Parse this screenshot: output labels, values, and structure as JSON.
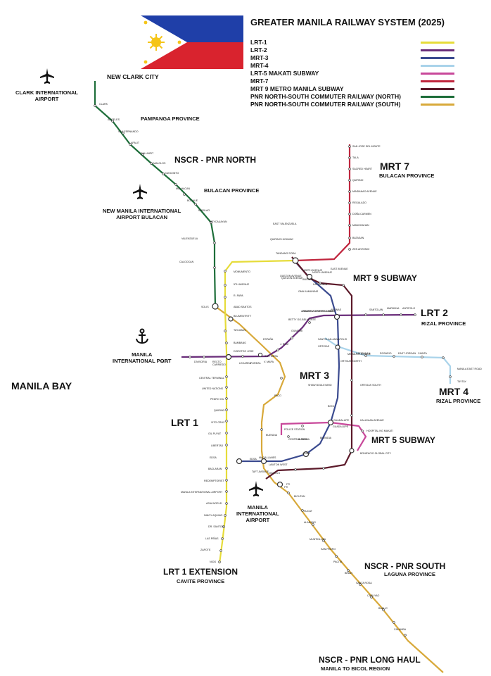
{
  "title": "GREATER MANILA RAILWAY SYSTEM (2025)",
  "legend": [
    {
      "label": "LRT-1",
      "color": "#e6dc3a"
    },
    {
      "label": "LRT-2",
      "color": "#6a2d7a"
    },
    {
      "label": "MRT-3",
      "color": "#3a4a8f"
    },
    {
      "label": "MRT-4",
      "color": "#a9d3ea"
    },
    {
      "label": "LRT-5 MAKATI SUBWAY",
      "color": "#c8489a"
    },
    {
      "label": "MRT-7",
      "color": "#c0263e"
    },
    {
      "label": "MRT 9 METRO MANILA SUBWAY",
      "color": "#5c1a2a"
    },
    {
      "label": "PNR NORTH-SOUTH COMMUTER RAILWAY (NORTH)",
      "color": "#1e6e3a"
    },
    {
      "label": "PNR NORTH-SOUTH COMMUTER RAILWAY (SOUTH)",
      "color": "#d8a93a"
    }
  ],
  "colors": {
    "flag_blue": "#1f3fa8",
    "flag_red": "#d9232e",
    "flag_white": "#ffffff",
    "flag_sun": "#f5c518"
  },
  "labels": {
    "new_clark_city": "NEW CLARK CITY",
    "clark_airport": "CLARK INTERNATIONAL\nAIRPORT",
    "pampanga": "PAMPANGA PROVINCE",
    "nscr_north": "NSCR - PNR NORTH",
    "bulacan": "BULACAN PROVINCE",
    "nmia": "NEW MANILA INTERNATIONAL\nAIRPORT BULACAN",
    "mrt7": "MRT 7",
    "mrt7_sub": "BULACAN PROVINCE",
    "mrt9": "MRT 9 SUBWAY",
    "lrt2": "LRT 2",
    "lrt2_sub": "RIZAL PROVINCE",
    "manila_port": "MANILA\nINTERNATIONAL PORT",
    "manila_bay": "MANILA BAY",
    "mrt3": "MRT 3",
    "mrt4": "MRT 4",
    "mrt4_sub": "RIZAL PROVINCE",
    "lrt1": "LRT 1",
    "mrt5": "MRT 5 SUBWAY",
    "naia": "MANILA\nINTERNATIONAL\nAIRPORT",
    "lrt1_ext": "LRT 1 EXTENSION",
    "lrt1_ext_sub": "CAVITE PROVINCE",
    "nscr_south": "NSCR - PNR SOUTH",
    "nscr_south_sub": "LAGUNA PROVINCE",
    "nscr_long": "NSCR - PNR LONG HAUL",
    "nscr_long_sub": "MANILA TO BICOL REGION"
  },
  "stations": {
    "north": [
      "CLARK",
      "ANGELES",
      "SAN FERNANDO",
      "APALIT",
      "CALUMPIT",
      "MALOLOS",
      "GUIGUINTO",
      "MALHACAN",
      "BOCAUE",
      "MARILAO",
      "MEYCAUAYAN",
      "VALENZUELA",
      "CALOOCAN",
      "SOLIS"
    ],
    "lrt1": [
      "MONUMENTO",
      "5TH AVENUE",
      "R. PAPA",
      "ABAD SANTOS",
      "BLUMENTRITT",
      "TAYUMAN",
      "BAMBANG",
      "DOROTEO JOSE",
      "CARRIEDO",
      "CENTRAL TERMINAL",
      "UNITED NATIONS",
      "PEDRO GIL",
      "QUIRINO",
      "VITO CRUZ",
      "GIL PUYAT",
      "LIBERTAD",
      "EDSA",
      "BACLARAN",
      "REDEMPTORIST",
      "MANILA INTERNATIONAL AIRPORT",
      "ASIA WORLD",
      "NINOY AQUINO",
      "DR. SANTOS",
      "LAS PIÑAS",
      "ZAPOTE",
      "NIOG"
    ],
    "lrt2": [
      "PIER 4",
      "DIVISORIA",
      "RECTO",
      "LEGARDA",
      "PUREZA",
      "V. MAPA",
      "J. RUIZ",
      "GILMORE",
      "BETTY GO-BELMONTE",
      "ARANETA CENTER-CUBAO",
      "ANONAS",
      "KATIPUNAN",
      "SANTOLAN",
      "MARIKINA",
      "ANTIPOLO"
    ],
    "mrt3": [
      "NORTH AVENUE",
      "QUEZON AVENUE",
      "GMA KAMUNING",
      "ARANETA CENTER-CUBAO",
      "SANTOLAN-ANNAPOLIS",
      "ORTIGAS",
      "SHAW BOULEVARD",
      "BONI",
      "GUADALUPE",
      "BUENDIA",
      "AYALA",
      "MAGALLANES",
      "TAFT AVENUE"
    ],
    "mrt7": [
      "SAN JOSE DEL MONTE",
      "TALA",
      "SACRED HEART",
      "QUIRINO",
      "MINDANAO AVENUE",
      "REGALADO",
      "DOÑA CARMEN",
      "MANGGAHAN",
      "BATASAN",
      "ZEN ANTONIO"
    ],
    "mrt4": [
      "ORTIGAS NORTH",
      "MERALCO AVENUE",
      "ROSARIO",
      "EAST JORDAN",
      "CAINTA",
      "TAYTAY",
      "MANILA EAST ROAD"
    ],
    "mrt9": [
      "EAST VALENZUELA",
      "QUIRINO HIGHWAY",
      "TANDANG SORA",
      "NORTH AVENUE",
      "QUEZON AVENUE",
      "EAST AVENUE",
      "ANONAS",
      "KATIPUNAN",
      "ORTIGAS SOUTH",
      "KALAYAAN AVENUE",
      "BONIFACIO GLOBAL CITY",
      "LAWTON WEST",
      "FTI"
    ],
    "mrt5": [
      "POLICE STATION",
      "CENTRAL PARK",
      "BUENDIA",
      "GUADALUPE",
      "HOSPITAL NG MAKATI"
    ],
    "south": [
      "ESPAÑA",
      "STA. MESA",
      "PACO",
      "BUENDIA",
      "EDSA",
      "NICHOLS",
      "FTI",
      "BICUTAN",
      "SUCAT",
      "ALABANG",
      "MUNTINLUPA",
      "SAN PEDRO",
      "PACITA",
      "BIÑAN",
      "SANTA ROSA",
      "CABUYAO",
      "BANLIC",
      "CALAMBA"
    ]
  }
}
